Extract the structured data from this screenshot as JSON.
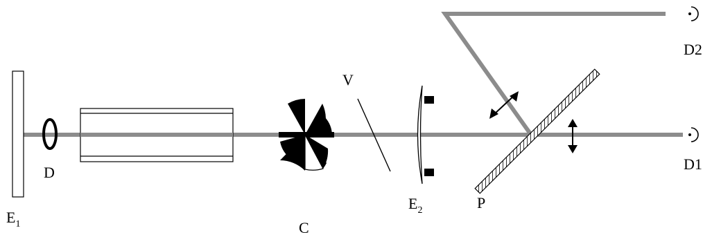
{
  "labels": {
    "e1_main": "E",
    "e1_sub": "1",
    "d": "D",
    "c": "C",
    "v": "V",
    "e2_main": "E",
    "e2_sub": "2",
    "p": "P",
    "d1": "D1",
    "d2": "D2"
  },
  "colors": {
    "beam": "#8c8c8c",
    "ink": "#000000",
    "background": "#ffffff"
  }
}
